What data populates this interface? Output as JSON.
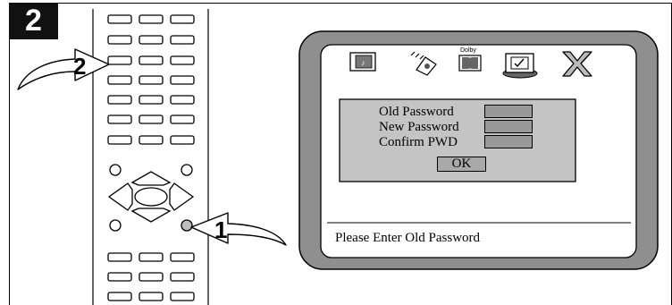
{
  "step_number": "2",
  "callouts": {
    "arrow_1": "1",
    "arrow_2": "2"
  },
  "menu_icons": [
    "audio-icon",
    "speaker-icon",
    "dolby-icon",
    "preference-icon",
    "exit-icon"
  ],
  "dolby_label": "Dolby",
  "password_dialog": {
    "old_password_label": "Old Password",
    "new_password_label": "New Password",
    "confirm_label": "Confirm PWD",
    "ok_label": "OK"
  },
  "status_bar": {
    "message": "Please Enter Old Password"
  }
}
